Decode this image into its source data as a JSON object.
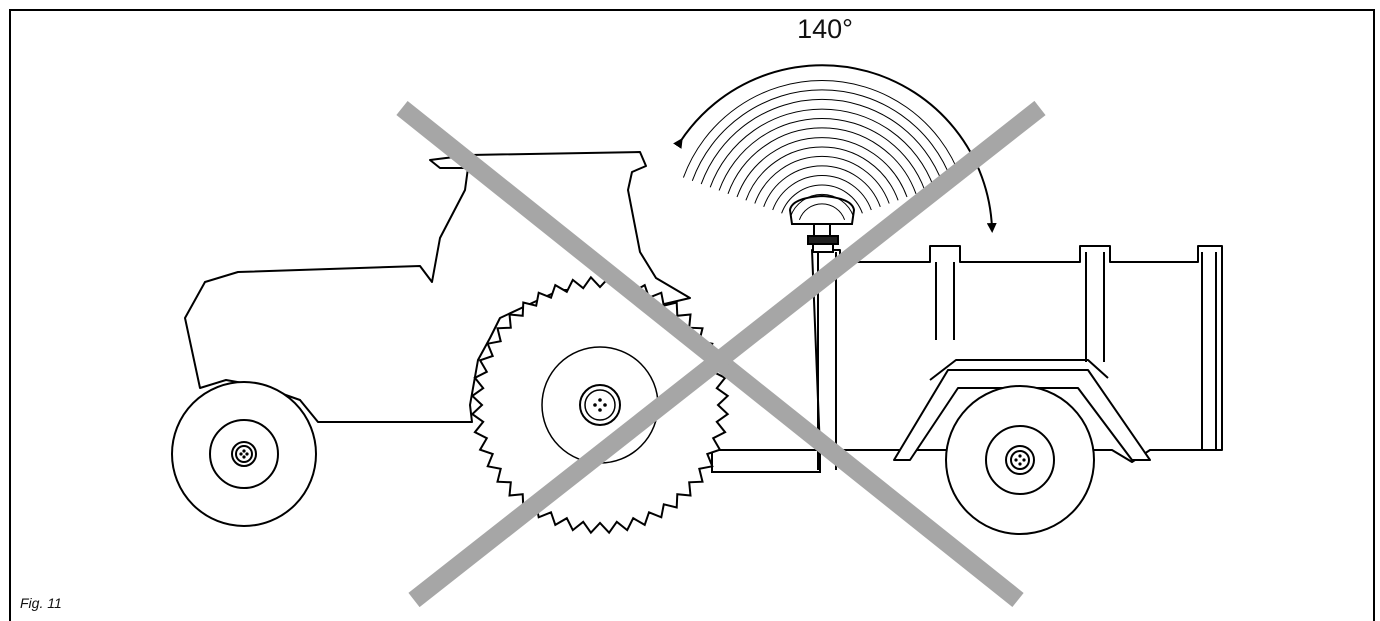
{
  "figure": {
    "angle_label": "140°",
    "caption": "Fig. 11",
    "prohibited_mark": "grey-cross",
    "colors": {
      "line": "#000000",
      "cross": "#a6a6a6",
      "background": "#ffffff"
    }
  }
}
